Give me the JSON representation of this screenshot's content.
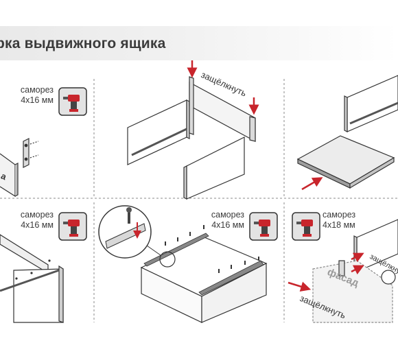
{
  "title": "рка выдвижного ящика",
  "colors": {
    "accent": "#c8252c",
    "line": "#333333",
    "panel": "#e3e3e3",
    "divider": "#8a8a8a"
  },
  "panels": [
    {
      "screw": "саморез",
      "size": "4x16 мм",
      "icon": "screwdriver-icon"
    },
    {
      "action": "защёлкнуть"
    },
    {
      "screw": "саморез",
      "size": "4x16 мм",
      "icon": "screwdriver-icon"
    },
    {
      "screw": "саморез",
      "size": "4x16 мм",
      "icon": "screwdriver-icon"
    },
    {
      "screw": "саморез",
      "size": "4x18 мм",
      "icon": "screwdriver-icon",
      "facade": "фасад",
      "action1": "защёлкнуть",
      "action2": "защёлкнуть"
    }
  ]
}
